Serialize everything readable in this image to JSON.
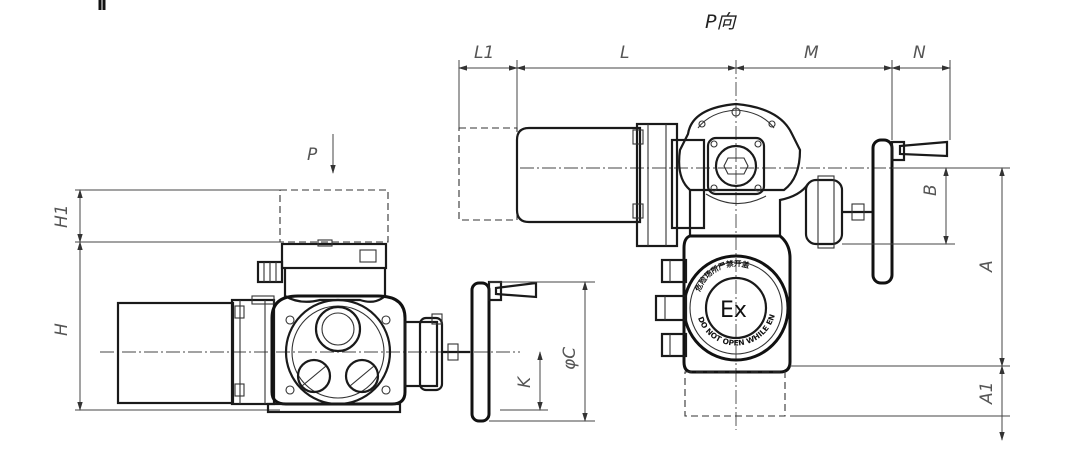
{
  "view_title": "P向",
  "arrow_label": "P",
  "ex_mark": "Ex",
  "warning_cn": "危险场所严禁开盖",
  "warning_en": "DO NOT OPEN WHILE ENERGIZED",
  "dimensions": {
    "h1": "H1",
    "h": "H",
    "k": "K",
    "phi_c": "φC",
    "l1": "L1",
    "l": "L",
    "m": "M",
    "n": "N",
    "b": "B",
    "a": "A",
    "a1": "A1"
  }
}
